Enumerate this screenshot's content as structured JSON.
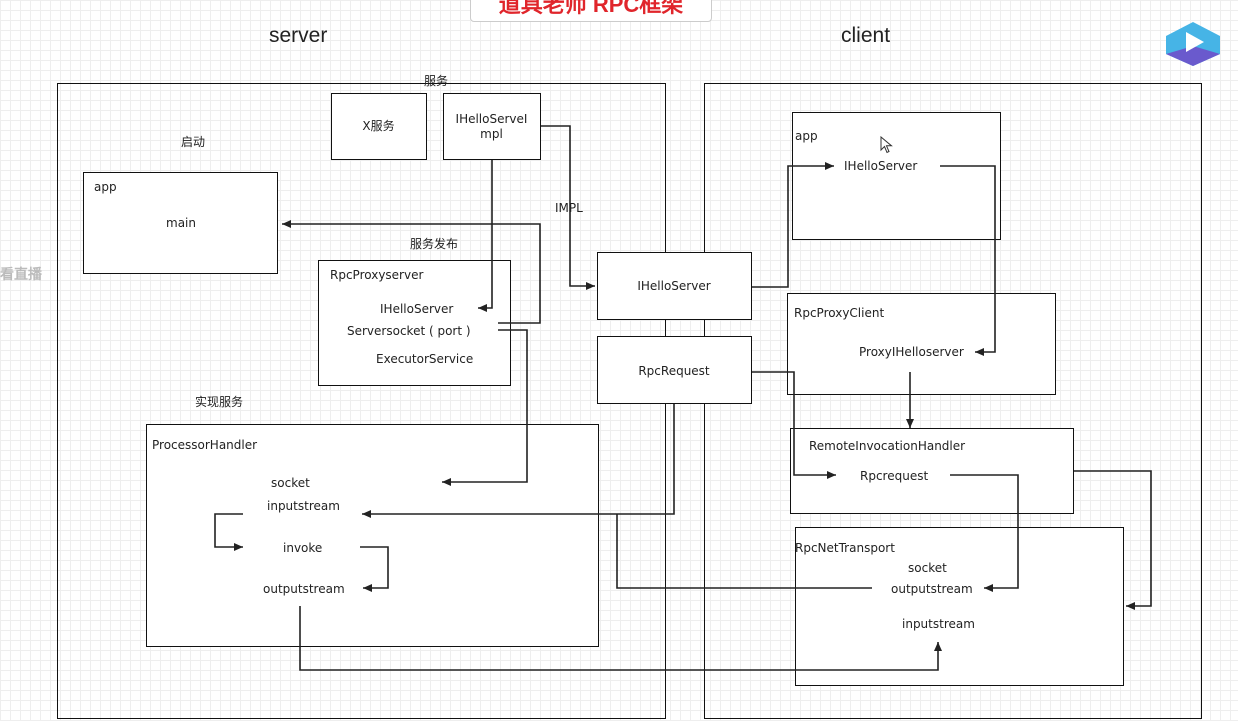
{
  "banner": "道具老师 RPC框架",
  "side_text": "看直播",
  "headings": {
    "server": "server",
    "client": "client"
  },
  "server": {
    "label_service": "服务",
    "x_service": "X服务",
    "ihelloserveimpl_line1": "IHelloServeI",
    "ihelloserveimpl_line2": "mpl",
    "label_startup": "启动",
    "app_label": "app",
    "app_main": "main",
    "label_publish": "服务发布",
    "proxy": {
      "title": "RpcProxyserver",
      "ihelloserver": "IHelloServer",
      "serversocket": "Serversocket ( port )",
      "executor": "ExecutorService"
    },
    "label_impl_service": "实现服务",
    "processor": {
      "title": "ProcessorHandler",
      "socket": "socket",
      "inputstream": "inputstream",
      "invoke": "invoke",
      "outputstream": "outputstream"
    }
  },
  "middle": {
    "impl_label": "IMPL",
    "ihelloserver": "IHelloServer",
    "rpcrequest": "RpcRequest"
  },
  "client": {
    "app_label": "app",
    "app_ihelloserver": "IHelloServer",
    "proxy_client": {
      "title": "RpcProxyClient",
      "proxy": "ProxyIHelloserver"
    },
    "remote": {
      "title": "RemoteInvocationHandler",
      "rpcrequest": "Rpcrequest"
    },
    "transport": {
      "title": "RpcNetTransport",
      "socket": "socket",
      "outputstream": "outputstream",
      "inputstream": "inputstream"
    }
  },
  "colors": {
    "banner_red": "#e0252b",
    "logo_blue": "#46b4e6",
    "logo_purple": "#6a5acd"
  },
  "icons": [
    "video-play-logo-icon",
    "mouse-cursor-icon"
  ]
}
